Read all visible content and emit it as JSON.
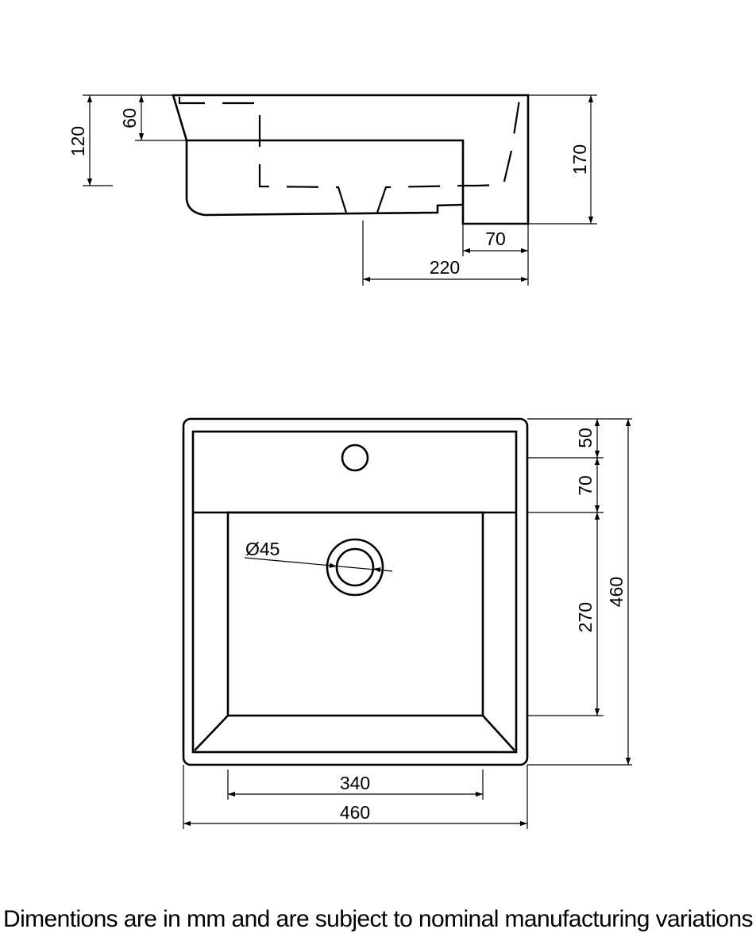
{
  "side_view": {
    "dim_120": "120",
    "dim_60": "60",
    "dim_170": "170",
    "dim_70": "70",
    "dim_220": "220"
  },
  "top_view": {
    "dim_50": "50",
    "dim_70": "70",
    "dim_270": "270",
    "dim_460_height": "460",
    "dim_diameter": "Ø45",
    "dim_340": "340",
    "dim_460_width": "460"
  },
  "footnote": "Dimentions are in mm and are subject to nominal manufacturing variations"
}
